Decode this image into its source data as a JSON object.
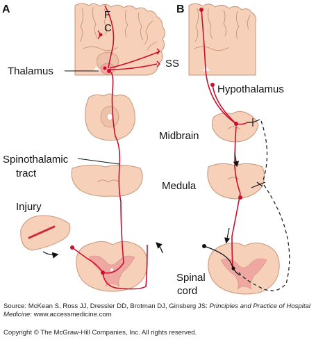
{
  "figure": {
    "panel_a": "A",
    "panel_b": "B",
    "labels": {
      "f": "F",
      "c": "C",
      "ss": "SS",
      "thalamus": "Thalamus",
      "spinothalamic_line1": "Spinothalamic",
      "spinothalamic_line2": "tract",
      "injury": "Injury",
      "hypothalamus": "Hypothalamus",
      "midbrain": "Midbrain",
      "medula": "Medula",
      "spinal_line1": "Spinal",
      "spinal_line2": "cord"
    },
    "colors": {
      "tissue": "#f6d0b8",
      "tissue_outline": "#c89478",
      "gray_matter": "#efa7a2",
      "pathway": "#c8102e",
      "descending": "#111111"
    }
  },
  "caption": {
    "source_prefix": "Source: McKean S, Ross JJ, Dressler DD, Brotman DJ, Ginsberg JS: ",
    "source_title": "Principles and Practice of Hospital Medicine",
    "source_suffix": ": www.accessmedicine.com",
    "copyright": "Copyright © The McGraw-Hill Companies, Inc. All rights reserved."
  }
}
